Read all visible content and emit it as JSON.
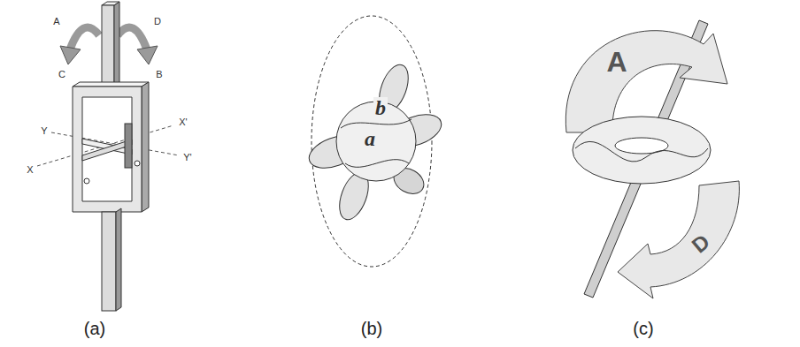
{
  "diagram": {
    "labels": [
      "A",
      "D",
      "C",
      "B",
      "Y",
      "X'",
      "X",
      "Y'",
      "b",
      "a",
      "A",
      "D",
      "(a)",
      "(b)",
      "(c)"
    ]
  }
}
